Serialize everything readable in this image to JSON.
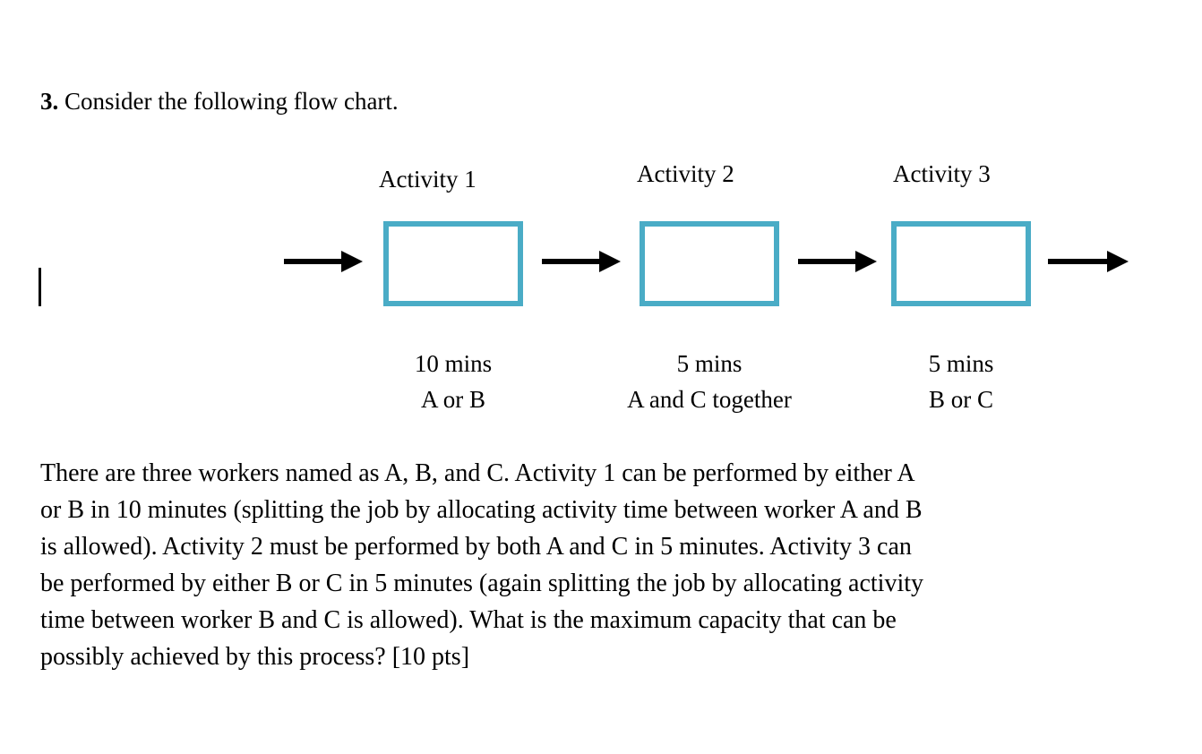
{
  "document": {
    "question_number": "3.",
    "heading_text": "Consider the following flow chart.",
    "caret": "text-cursor"
  },
  "colors": {
    "box_border": "#4aacc6",
    "arrow": "#000000",
    "text": "#000000",
    "page_background": "#ffffff"
  },
  "flow_chart": {
    "type": "process-flow",
    "steps": [
      {
        "title": "Activity 1",
        "duration": "10 mins",
        "resource": "A or B"
      },
      {
        "title": "Activity 2",
        "duration": "5 mins",
        "resource": "A and C together"
      },
      {
        "title": "Activity 3",
        "duration": "5 mins",
        "resource": "B or C"
      }
    ],
    "arrow_count": 4
  },
  "paragraph": {
    "lines": [
      "There are three workers named as A, B, and C. Activity 1 can be performed by either A",
      "or B in 10 minutes (splitting the job by allocating activity time between worker A and B",
      "is allowed).  Activity 2 must be performed by both A and C in 5 minutes. Activity 3 can",
      "be performed by either B or C in 5 minutes (again splitting the job by allocating activity",
      "time between worker B and C is allowed). What is the maximum capacity that can be",
      "possibly achieved by this process? [10 pts]"
    ]
  }
}
